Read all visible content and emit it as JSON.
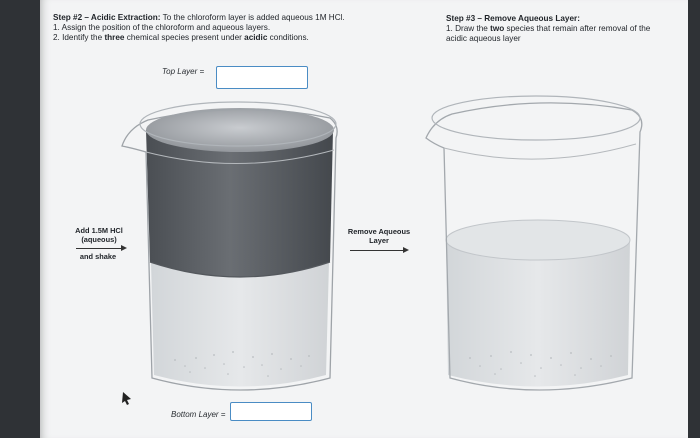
{
  "step2": {
    "title": "Step #2 – Acidic Extraction:",
    "title_rest": " To the chloroform layer is added aqueous 1M HCl.",
    "item1": "1. Assign the position of the chloroform and aqueous layers.",
    "item2_a": "2. Identify the ",
    "item2_b": "three",
    "item2_c": " chemical species present under ",
    "item2_d": "acidic",
    "item2_e": " conditions."
  },
  "step3": {
    "title": "Step #3 – Remove Aqueous Layer:",
    "item1_a": "1. Draw the ",
    "item1_b": "two",
    "item1_c": " species that remain after removal of the",
    "item1_d": "acidic aqueous layer"
  },
  "fields": {
    "top_layer_label": "Top Layer =",
    "top_layer_value": "",
    "bottom_layer_label": "Bottom Layer =",
    "bottom_layer_value": ""
  },
  "arrows": {
    "add_line1": "Add 1.5M HCl",
    "add_line2": "(aqueous)",
    "add_line3": "and shake",
    "remove_line1": "Remove Aqueous",
    "remove_line2": "Layer"
  },
  "colors": {
    "answer_box_border": "#4a8cc4",
    "dark_layer": "#5e6268",
    "light_layer": "#dcdfe2"
  }
}
